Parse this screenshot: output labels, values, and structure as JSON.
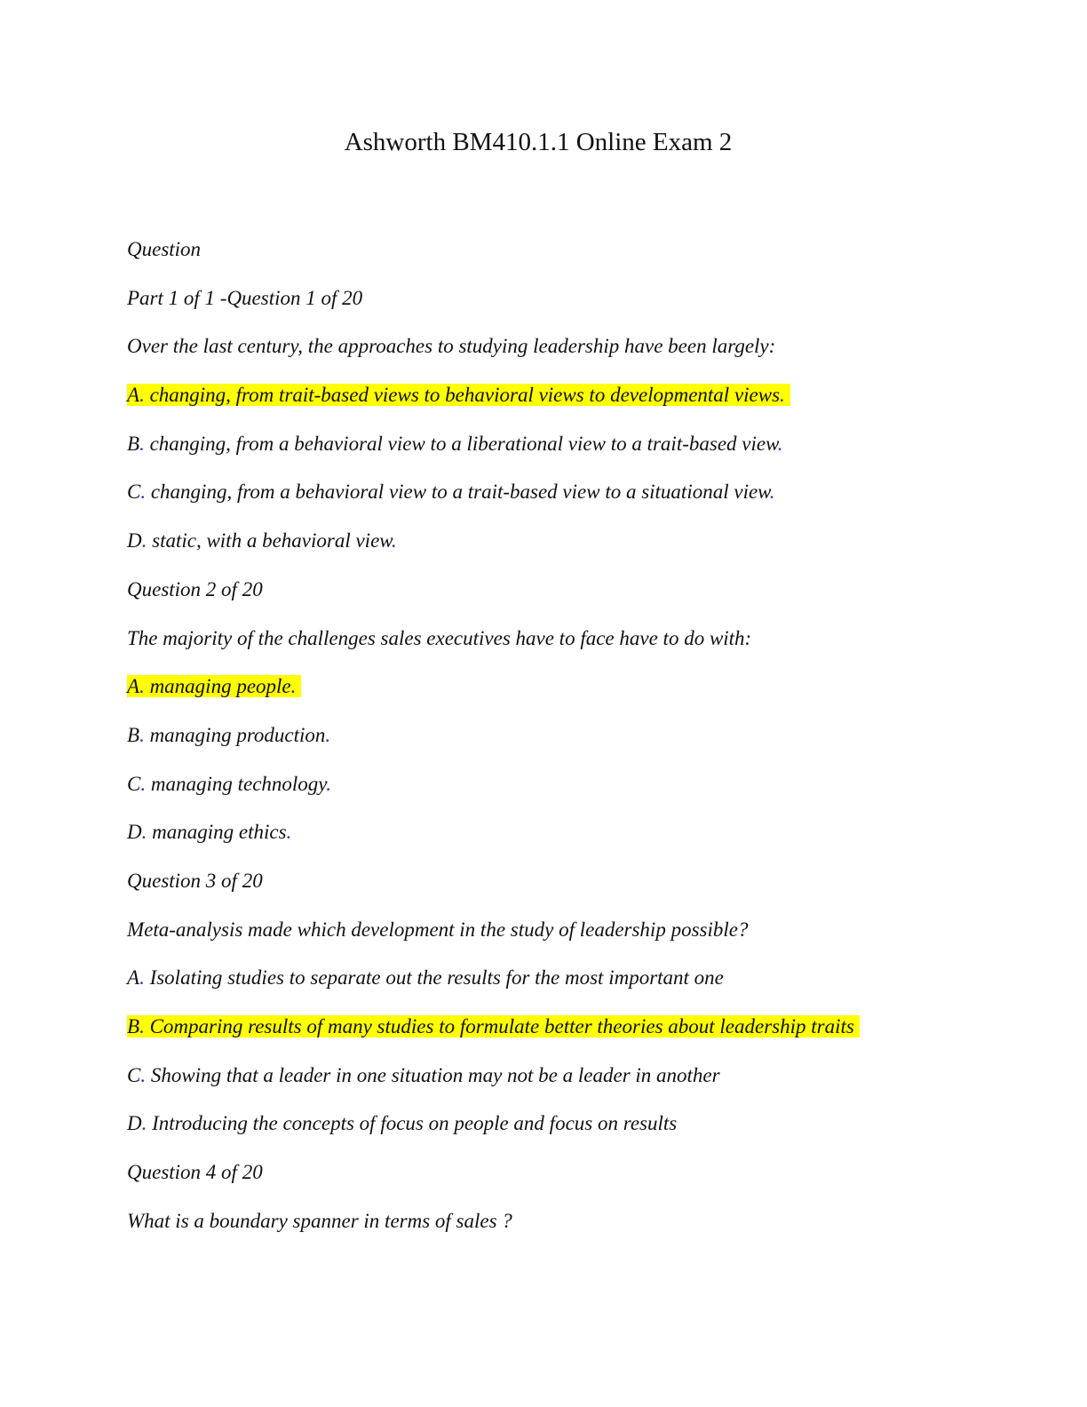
{
  "document": {
    "title": "Ashworth BM410.1.1 Online Exam 2",
    "heading": "Question",
    "part_label": "Part 1 of 1 -Question 1 of 20"
  },
  "questions": [
    {
      "prompt": "Over the last century, the approaches to studying leadership have been largely:",
      "options": [
        {
          "letter": "A",
          "text": " changing, from trait-based views to behavioral views to developmental views",
          "end": ".",
          "highlighted": true
        },
        {
          "letter": "B",
          "text": " changing, from a behavioral view to a liberational view to a trait-based view",
          "end": ".",
          "highlighted": false
        },
        {
          "letter": "C",
          "text": " changing, from a behavioral view to a trait-based view to a situational view",
          "end": ".",
          "highlighted": false
        },
        {
          "letter": "D",
          "text": " static, with a behavioral view",
          "end": ".",
          "highlighted": false
        }
      ]
    },
    {
      "number_label": "Question 2 of 20",
      "prompt": "The majority of the challenges sales executives have to face have to do with:",
      "options": [
        {
          "letter": "A",
          "text": " managing people",
          "end": ".",
          "highlighted": true
        },
        {
          "letter": "B",
          "text": " managing production",
          "end": ".",
          "highlighted": false
        },
        {
          "letter": "C",
          "text": " managing technology",
          "end": ".",
          "highlighted": false
        },
        {
          "letter": "D",
          "text": " managing ethics",
          "end": ".",
          "highlighted": false
        }
      ]
    },
    {
      "number_label": "Question 3 of 20",
      "prompt": "Meta-analysis made which development in the study of leadership possible?",
      "options": [
        {
          "letter": "A",
          "text": " Isolating studies to separate out the results for the most important one",
          "end": "",
          "highlighted": false
        },
        {
          "letter": "B",
          "text": " Comparing results of many studies to formulate better theories about leadership traits",
          "end": "",
          "highlighted": true
        },
        {
          "letter": "C",
          "text": " Showing that a leader in one situation may not be a leader in another",
          "end": "",
          "highlighted": false
        },
        {
          "letter": "D",
          "text": " Introducing the concepts of focus on people and focus on results",
          "end": "",
          "highlighted": false
        }
      ]
    },
    {
      "number_label": "Question 4 of 20",
      "prompt": "What is a boundary spanner in terms of sales ?"
    }
  ],
  "colors": {
    "highlight": "#ffff00",
    "option_dot": "#1f3aa8",
    "text": "#111111"
  }
}
